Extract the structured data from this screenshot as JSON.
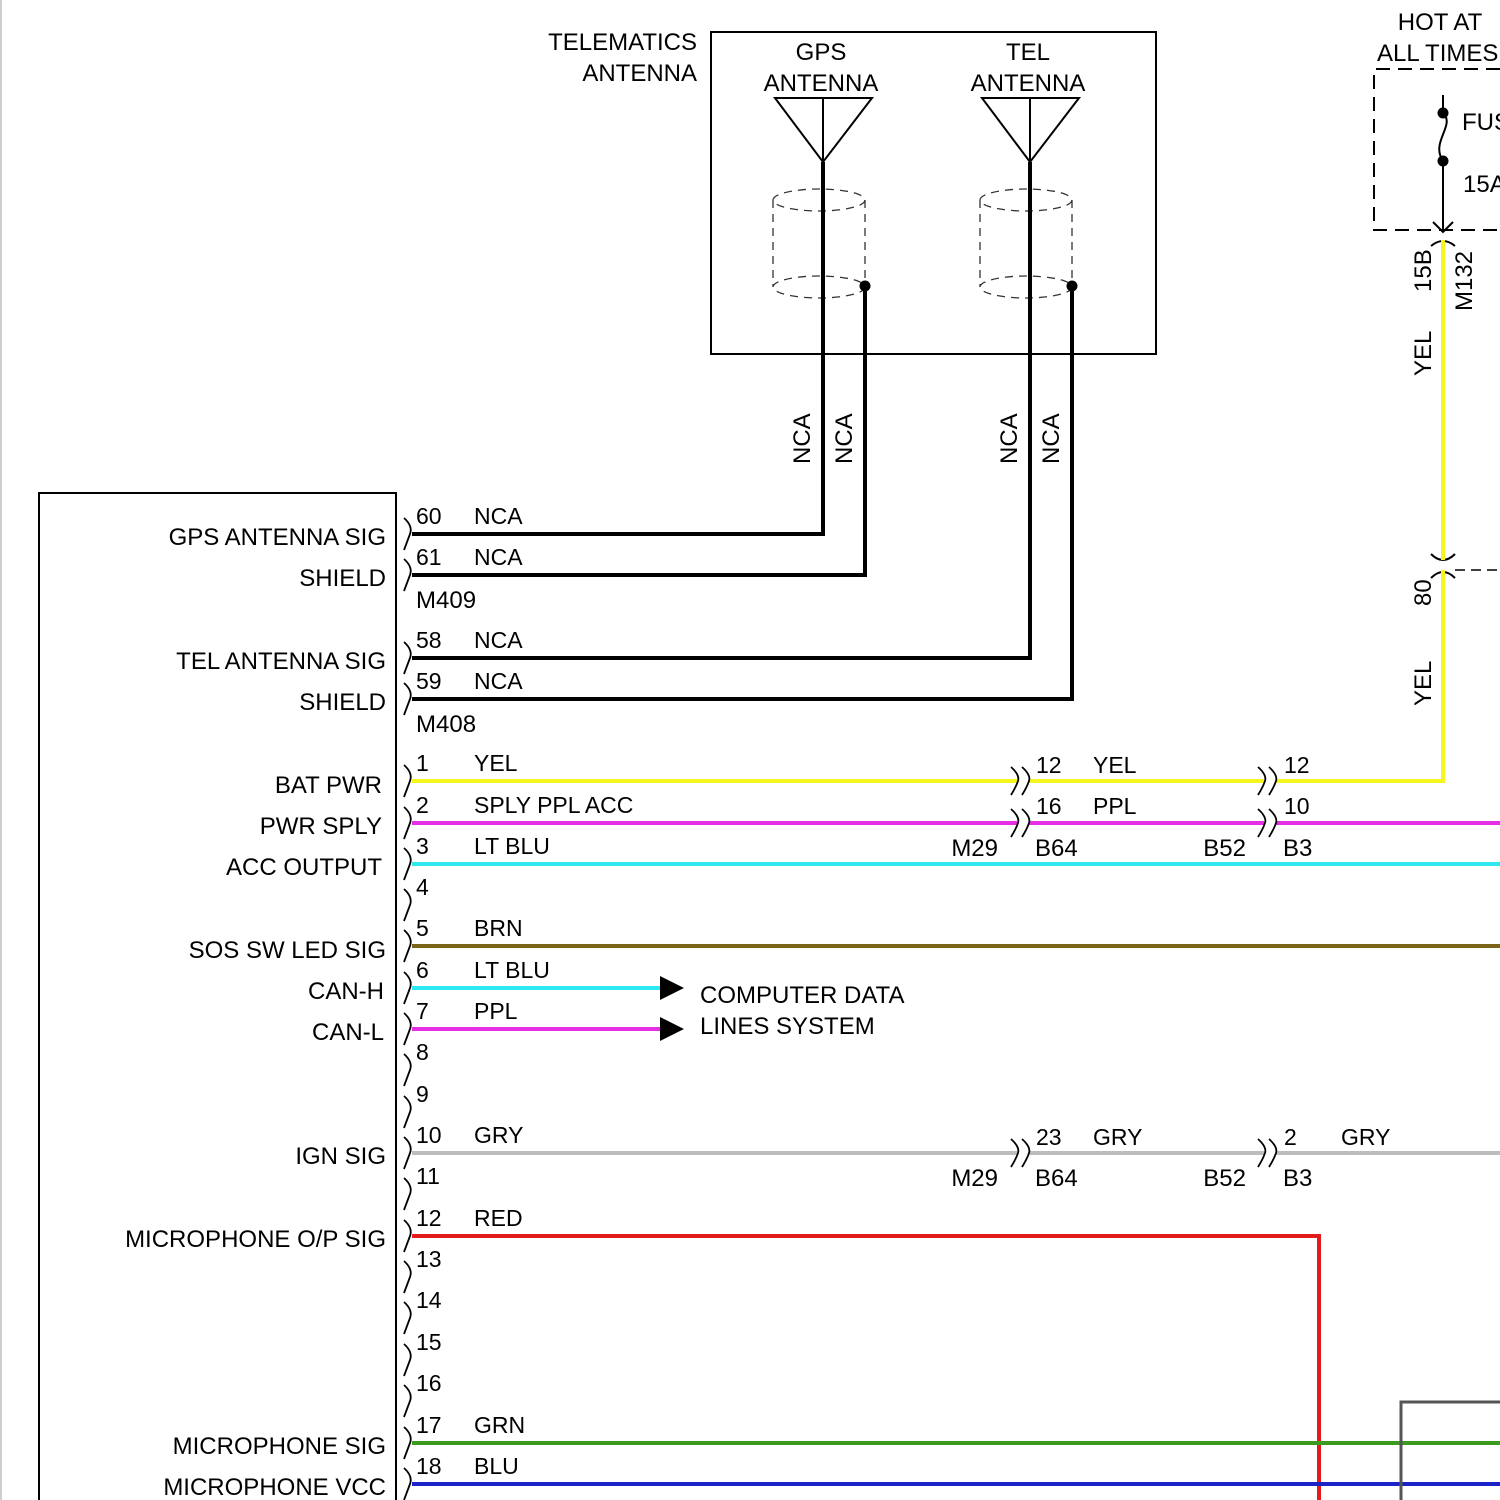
{
  "title": "",
  "telematics": {
    "label_line1": "TELEMATICS",
    "label_line2": "ANTENNA",
    "gps_line1": "GPS",
    "gps_line2": "ANTENNA",
    "tel_line1": "TEL",
    "tel_line2": "ANTENNA",
    "gps_wire_a": "NCA",
    "gps_wire_b": "NCA",
    "tel_wire_a": "NCA",
    "tel_wire_b": "NCA"
  },
  "fuse": {
    "hot_line1": "HOT AT",
    "hot_line2": "ALL TIMES",
    "name": "FUS",
    "rating": "15A",
    "cavity": "15B",
    "connector": "M132",
    "wire_upper": "YEL",
    "splice_pin": "80",
    "wire_lower": "YEL"
  },
  "module_labels": [
    {
      "key": "gps_sig",
      "text": "GPS ANTENNA SIG"
    },
    {
      "key": "gps_shield",
      "text": "SHIELD"
    },
    {
      "key": "tel_sig",
      "text": "TEL ANTENNA SIG"
    },
    {
      "key": "tel_shield",
      "text": "SHIELD"
    },
    {
      "key": "bat",
      "text": "BAT PWR"
    },
    {
      "key": "pwr",
      "text": "PWR SPLY"
    },
    {
      "key": "acc",
      "text": "ACC OUTPUT"
    },
    {
      "key": "sos",
      "text": "SOS SW LED SIG"
    },
    {
      "key": "canh",
      "text": "CAN-H"
    },
    {
      "key": "canl",
      "text": "CAN-L"
    },
    {
      "key": "ign",
      "text": "IGN SIG"
    },
    {
      "key": "mic_op",
      "text": "MICROPHONE O/P SIG"
    },
    {
      "key": "mic_sig",
      "text": "MICROPHONE SIG"
    },
    {
      "key": "mic_vcc",
      "text": "MICROPHONE VCC"
    }
  ],
  "connectors": {
    "m409": "M409",
    "m408": "M408",
    "m29_a": "M29",
    "b64_a": "B64",
    "b52_a": "B52",
    "b3_a": "B3",
    "m29_b": "M29",
    "b64_b": "B64",
    "b52_b": "B52",
    "b3_b": "B3"
  },
  "pins": [
    {
      "pin": "60",
      "wire": "NCA"
    },
    {
      "pin": "61",
      "wire": "NCA"
    },
    {
      "pin": "58",
      "wire": "NCA"
    },
    {
      "pin": "59",
      "wire": "NCA"
    },
    {
      "pin": "1",
      "wire": "YEL"
    },
    {
      "pin": "2",
      "wire": "SPLY PPL ACC"
    },
    {
      "pin": "3",
      "wire": "LT BLU"
    },
    {
      "pin": "4",
      "wire": ""
    },
    {
      "pin": "5",
      "wire": "BRN"
    },
    {
      "pin": "6",
      "wire": "LT BLU"
    },
    {
      "pin": "7",
      "wire": "PPL"
    },
    {
      "pin": "8",
      "wire": ""
    },
    {
      "pin": "9",
      "wire": ""
    },
    {
      "pin": "10",
      "wire": "GRY"
    },
    {
      "pin": "11",
      "wire": ""
    },
    {
      "pin": "12",
      "wire": "RED"
    },
    {
      "pin": "13",
      "wire": ""
    },
    {
      "pin": "14",
      "wire": ""
    },
    {
      "pin": "15",
      "wire": ""
    },
    {
      "pin": "16",
      "wire": ""
    },
    {
      "pin": "17",
      "wire": "GRN"
    },
    {
      "pin": "18",
      "wire": "BLU"
    }
  ],
  "mid_pins": {
    "bat_m29_pin": "12",
    "bat_m29_wire": "YEL",
    "bat_b52_pin": "12",
    "pwr_m29_pin": "16",
    "pwr_m29_wire": "PPL",
    "pwr_b52_pin": "10",
    "ign_m29_pin": "23",
    "ign_m29_wire": "GRY",
    "ign_b52_pin": "2",
    "ign_b52_wire": "GRY"
  },
  "can_dest_line1": "COMPUTER DATA",
  "can_dest_line2": "LINES SYSTEM",
  "colors": {
    "yel": "#f5f51f",
    "ppl": "#e62ee6",
    "ltblu": "#2ee8f2",
    "brn": "#7a6418",
    "gry": "#bdbdbd",
    "red": "#e31b1b",
    "grn": "#3c9a1e",
    "blu": "#1a23c8",
    "black": "#000000"
  }
}
